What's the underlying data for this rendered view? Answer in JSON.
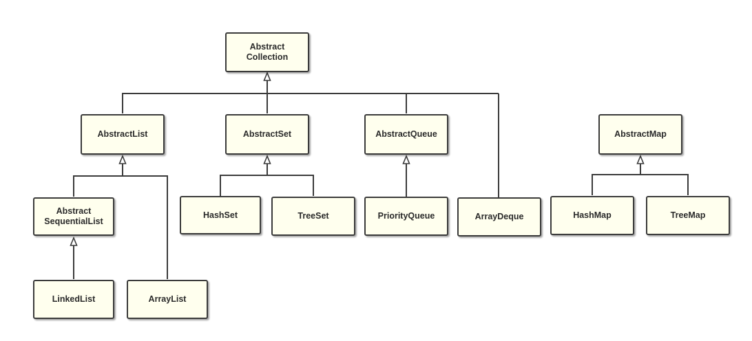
{
  "diagram": {
    "nodes": {
      "abstract_collection": "Abstract\nCollection",
      "abstract_list": "AbstractList",
      "abstract_set": "AbstractSet",
      "abstract_queue": "AbstractQueue",
      "abstract_map": "AbstractMap",
      "abstract_sequential_list": "Abstract\nSequentialList",
      "hash_set": "HashSet",
      "tree_set": "TreeSet",
      "priority_queue": "PriorityQueue",
      "array_deque": "ArrayDeque",
      "hash_map": "HashMap",
      "tree_map": "TreeMap",
      "linked_list": "LinkedList",
      "array_list": "ArrayList"
    },
    "edges": [
      {
        "from": "abstract_list",
        "to": "abstract_collection"
      },
      {
        "from": "abstract_set",
        "to": "abstract_collection"
      },
      {
        "from": "abstract_queue",
        "to": "abstract_collection"
      },
      {
        "from": "array_deque",
        "to": "abstract_collection"
      },
      {
        "from": "abstract_sequential_list",
        "to": "abstract_list"
      },
      {
        "from": "array_list",
        "to": "abstract_list"
      },
      {
        "from": "linked_list",
        "to": "abstract_sequential_list"
      },
      {
        "from": "hash_set",
        "to": "abstract_set"
      },
      {
        "from": "tree_set",
        "to": "abstract_set"
      },
      {
        "from": "priority_queue",
        "to": "abstract_queue"
      },
      {
        "from": "hash_map",
        "to": "abstract_map"
      },
      {
        "from": "tree_map",
        "to": "abstract_map"
      }
    ],
    "colors": {
      "node_fill": "#ffffee",
      "node_border": "#3a3a3a",
      "line": "#3a3a3a"
    }
  }
}
